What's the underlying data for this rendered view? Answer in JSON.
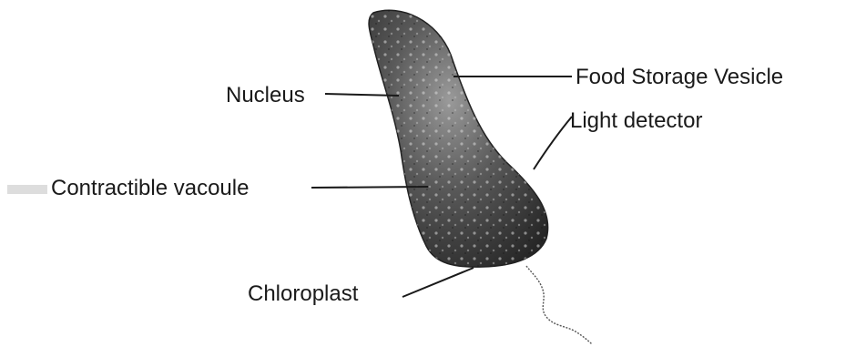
{
  "diagram": {
    "labels": {
      "food_storage_vesicle": "Food Storage Vesicle",
      "nucleus": "Nucleus",
      "light_detector": "Light detector",
      "contractile_vacuole": "Contractible vacoule",
      "chloroplast": "Chloroplast"
    }
  },
  "colors": {
    "ink": "#1a1a1a",
    "cell_body_dark": "#2f2f2f",
    "cell_body_light": "#8a8a8a"
  }
}
